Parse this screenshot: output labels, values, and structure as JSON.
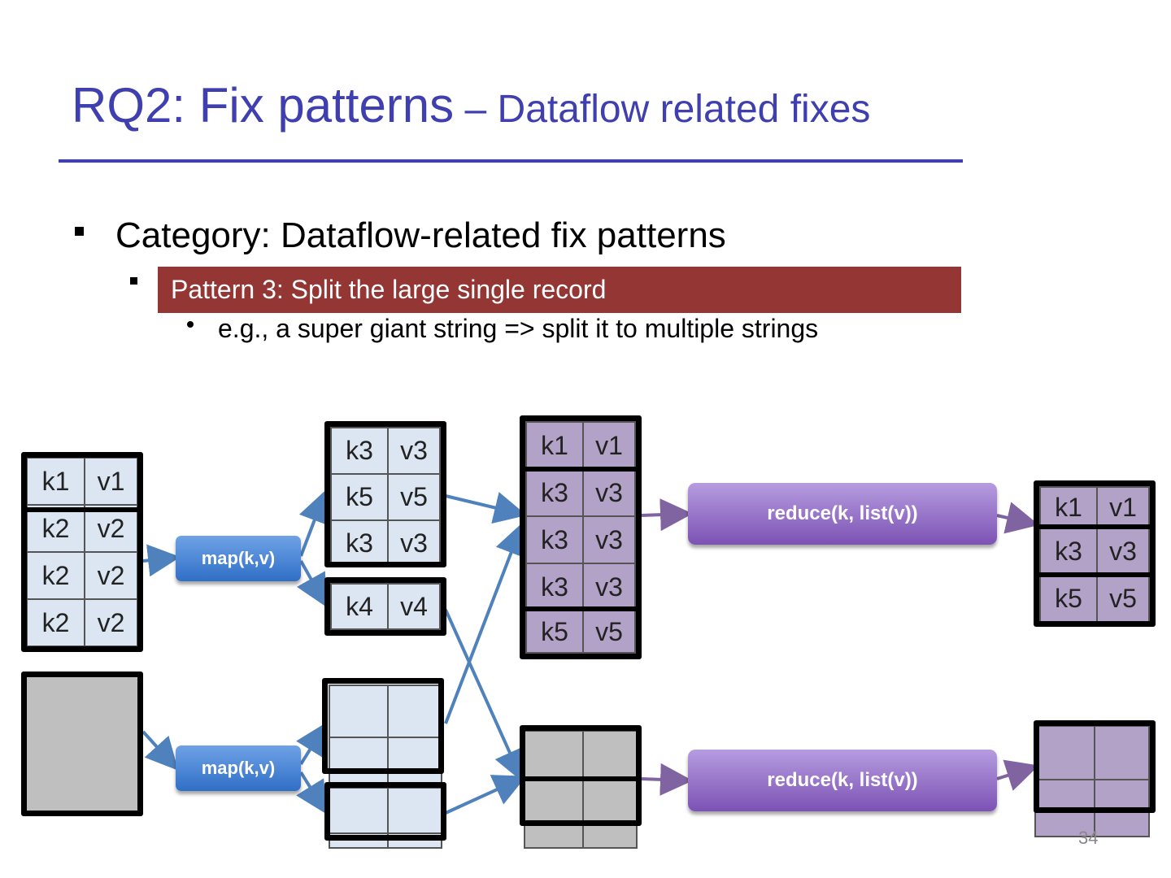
{
  "title": {
    "main": "RQ2: Fix patterns",
    "sub": " – Dataflow related fixes"
  },
  "bullets": {
    "level1": "Category: Dataflow-related fix patterns",
    "pattern_banner": "Pattern 3: Split the large single record",
    "level3": "e.g., a super giant string => split it to multiple strings"
  },
  "diagram": {
    "input_top": [
      [
        "k1",
        "v1"
      ],
      [
        "k2",
        "v2"
      ],
      [
        "k2",
        "v2"
      ],
      [
        "k2",
        "v2"
      ]
    ],
    "map_label": "map(k,v)",
    "map_out_a": [
      [
        "k3",
        "v3"
      ],
      [
        "k5",
        "v5"
      ],
      [
        "k3",
        "v3"
      ]
    ],
    "map_out_b": [
      [
        "k4",
        "v4"
      ]
    ],
    "shuffle_top": [
      [
        "k1",
        "v1"
      ],
      [
        "k3",
        "v3"
      ],
      [
        "k3",
        "v3"
      ],
      [
        "k3",
        "v3"
      ],
      [
        "k5",
        "v5"
      ]
    ],
    "reduce_label": "reduce(k, list(v))",
    "output_top": [
      [
        "k1",
        "v1"
      ],
      [
        "k3",
        "v3"
      ],
      [
        "k5",
        "v5"
      ]
    ]
  },
  "colors": {
    "title": "#3F3FAF",
    "banner": "#943634",
    "cell_blue": "#DCE6F2",
    "cell_purple": "#B3A2C7",
    "cell_gray": "#BFBFBF",
    "arrow": "#4F81BD"
  },
  "page_number": "34"
}
